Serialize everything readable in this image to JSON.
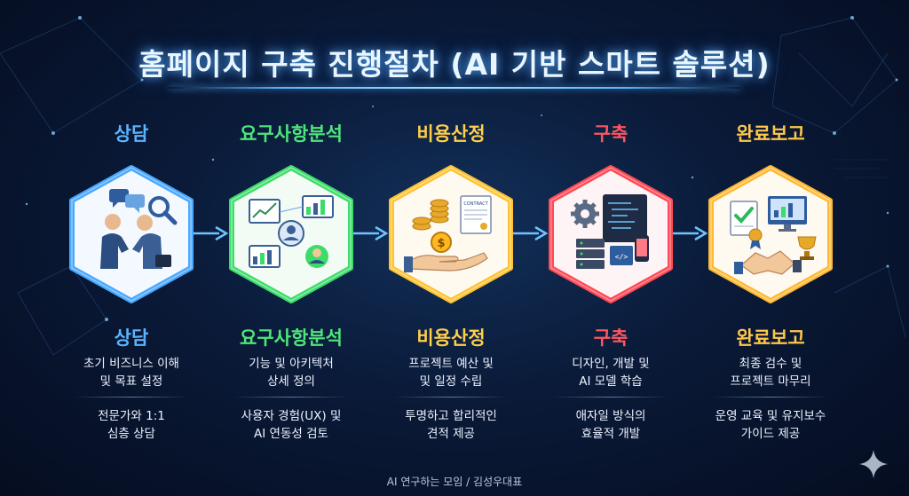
{
  "title": "홈페이지 구축 진행절차 (AI 기반 스마트 솔루션)",
  "footer": "AI 연구하는 모임 / 김성우대표",
  "steps": [
    {
      "label": "상담",
      "color": "#4aa8ff",
      "icon": "consultation-handshake-icon",
      "desc1": [
        "초기 비즈니스 이해",
        "및 목표 설정"
      ],
      "desc2": [
        "전문가와 1:1",
        "심층 상담"
      ]
    },
    {
      "label": "요구사항분석",
      "color": "#3ddc6a",
      "icon": "requirements-analysis-icon",
      "desc1": [
        "기능 및 아키텍처",
        "상세 정의"
      ],
      "desc2": [
        "사용자 경험(UX) 및",
        "AI 연동성 검토"
      ]
    },
    {
      "label": "비용산정",
      "color": "#ffc233",
      "icon": "cost-estimation-icon",
      "desc1": [
        "프로젝트 예산 및",
        "및 일정 수립"
      ],
      "desc2": [
        "투명하고 합리적인",
        "견적 제공"
      ]
    },
    {
      "label": "구축",
      "color": "#ff4a55",
      "icon": "development-icon",
      "desc1": [
        "디자인, 개발 및",
        "AI 모델 학습"
      ],
      "desc2": [
        "애자일 방식의",
        "효율적 개발"
      ]
    },
    {
      "label": "완료보고",
      "color": "#ffb833",
      "icon": "completion-report-icon",
      "desc1": [
        "최종 검수 및",
        "프로젝트 마무리"
      ],
      "desc2": [
        "운영 교육 및 유지보수",
        "가이드 제공"
      ]
    }
  ],
  "contract_label": "CONTRACT"
}
